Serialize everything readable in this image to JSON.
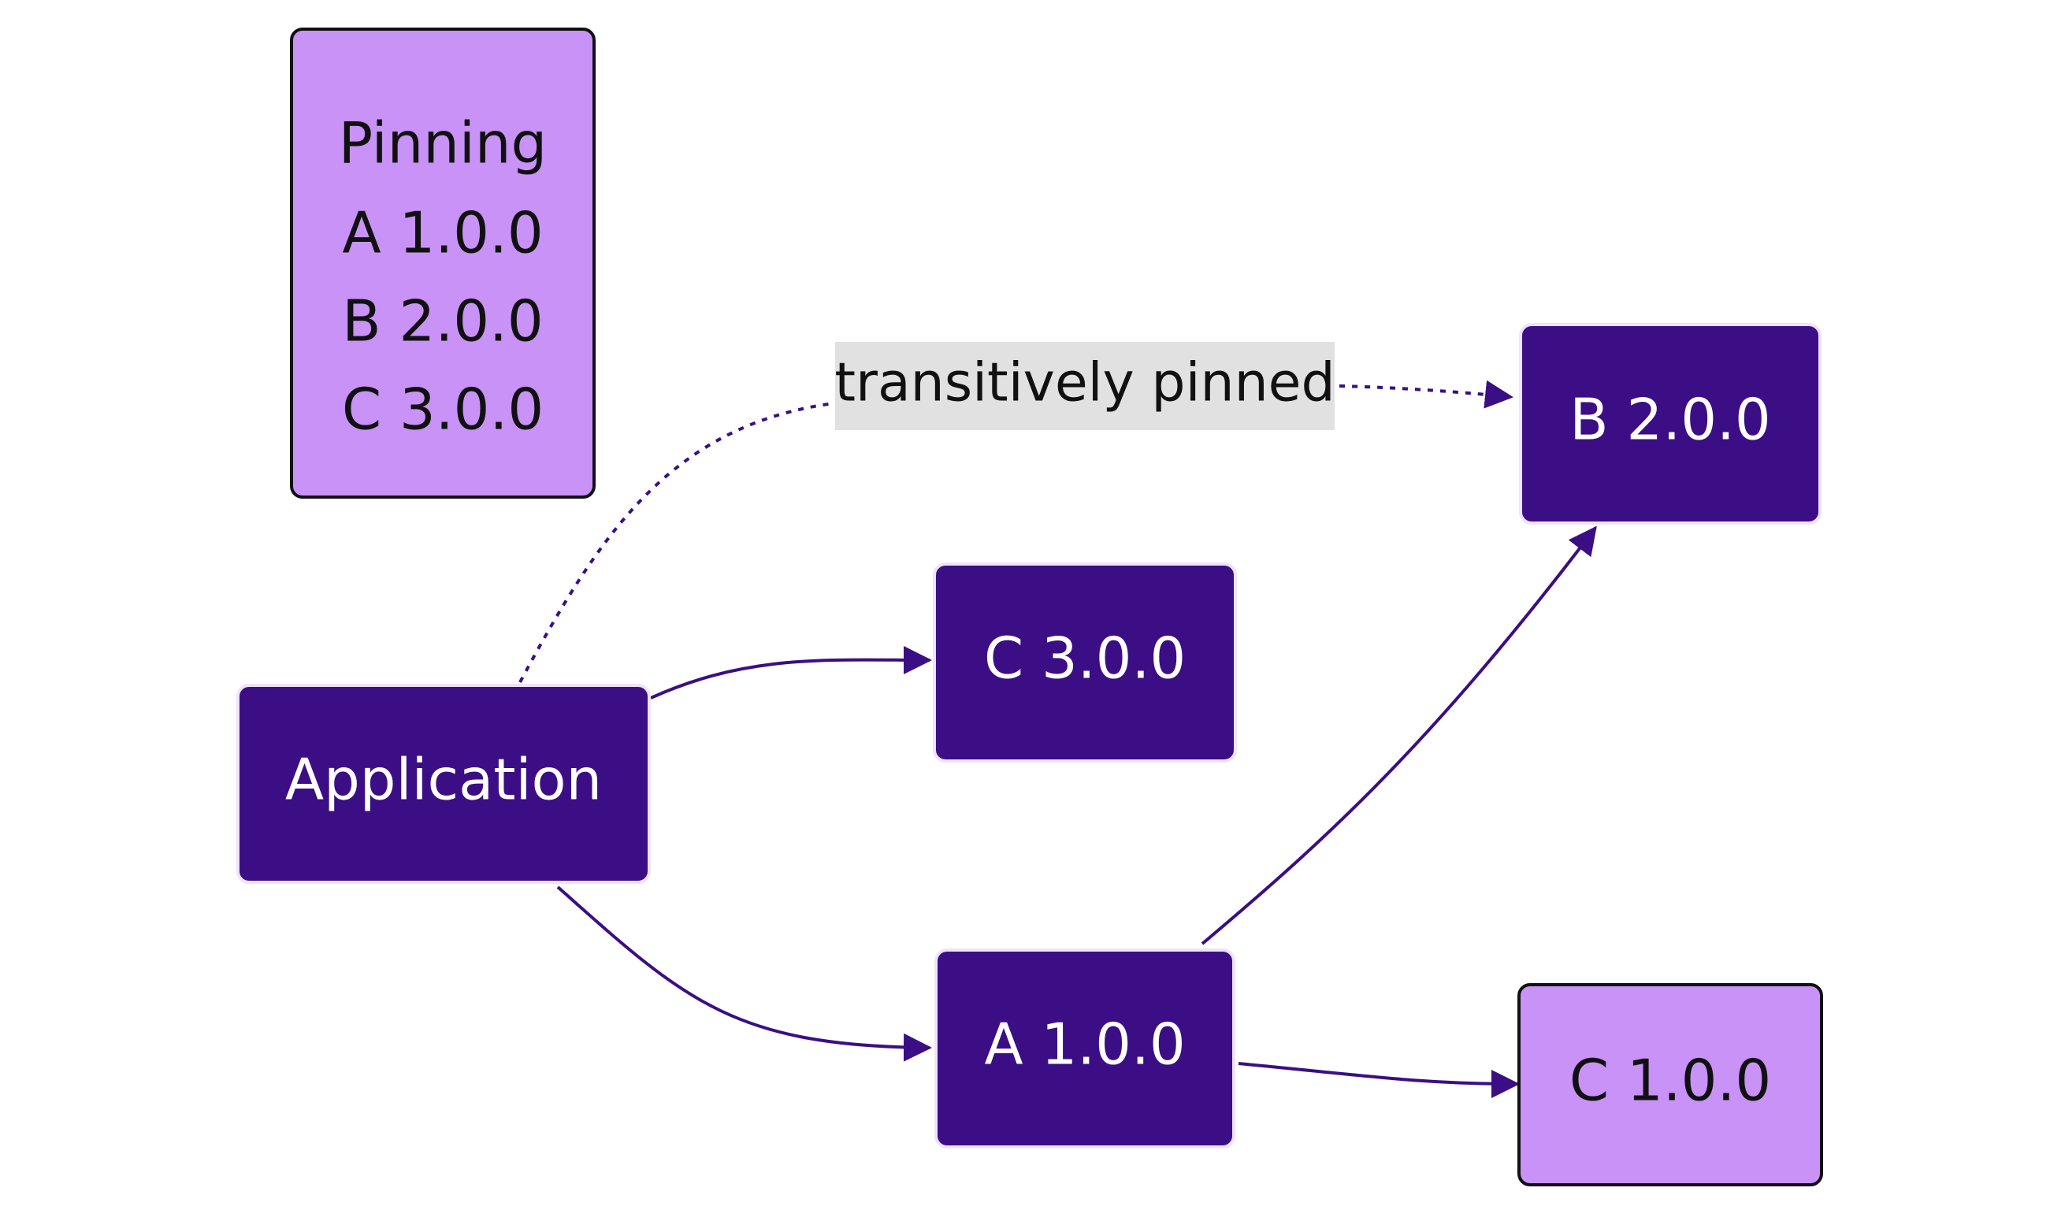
{
  "diagram": {
    "pinning_box": {
      "lines": [
        "Pinning",
        "A 1.0.0",
        "B 2.0.0",
        "C 3.0.0"
      ]
    },
    "nodes": {
      "application": "Application",
      "c300": "C 3.0.0",
      "a100": "A 1.0.0",
      "b200": "B 2.0.0",
      "c100": "C 1.0.0"
    },
    "edge_labels": {
      "transitively_pinned": "transitively pinned"
    }
  },
  "colors": {
    "node_dark_fill": "#3b0e85",
    "node_light_fill": "#c892f7",
    "edge_stroke": "#3b0e85",
    "edge_label_bg": "#e1e1e1"
  }
}
